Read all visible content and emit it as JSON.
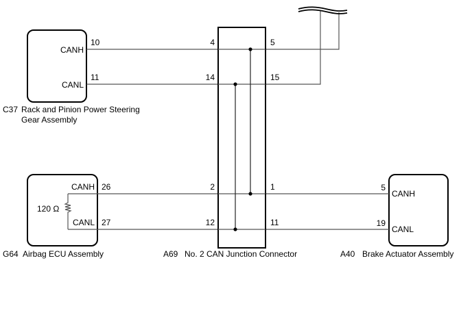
{
  "diagram": {
    "type": "wiring-diagram",
    "components": {
      "c37": {
        "code": "C37",
        "name_line1": "Rack and Pinion Power Steering",
        "name_line2": "Gear Assembly",
        "pins": {
          "canh": {
            "label": "CANH",
            "pin": "10"
          },
          "canl": {
            "label": "CANL",
            "pin": "11"
          }
        }
      },
      "g64": {
        "code": "G64",
        "name": "Airbag ECU Assembly",
        "resistor": "120 Ω",
        "pins": {
          "canh": {
            "label": "CANH",
            "pin": "26"
          },
          "canl": {
            "label": "CANL",
            "pin": "27"
          }
        }
      },
      "a69": {
        "code": "A69",
        "name": "No. 2 CAN Junction Connector",
        "left_pins": {
          "top_canh": "4",
          "top_canl": "14",
          "bottom_canh": "2",
          "bottom_canl": "12"
        },
        "right_pins": {
          "top_canh": "5",
          "top_canl": "15",
          "bottom_canh": "1",
          "bottom_canl": "11"
        }
      },
      "a40": {
        "code": "A40",
        "name": "Brake Actuator Assembly",
        "pins": {
          "canh": {
            "label": "CANH",
            "pin": "5"
          },
          "canl": {
            "label": "CANL",
            "pin": "19"
          }
        }
      }
    },
    "connections": [
      {
        "from": "C37-10 CANH",
        "to": "A69-4"
      },
      {
        "from": "C37-11 CANL",
        "to": "A69-14"
      },
      {
        "from": "G64-26 CANH",
        "to": "A69-2"
      },
      {
        "from": "G64-27 CANL",
        "to": "A69-12"
      },
      {
        "from": "A69-1",
        "to": "A40-5 CANH"
      },
      {
        "from": "A69-11",
        "to": "A40-19 CANL"
      },
      {
        "from": "A69-5",
        "to": "continues (break)"
      },
      {
        "from": "A69-15",
        "to": "continues (break)"
      }
    ]
  }
}
